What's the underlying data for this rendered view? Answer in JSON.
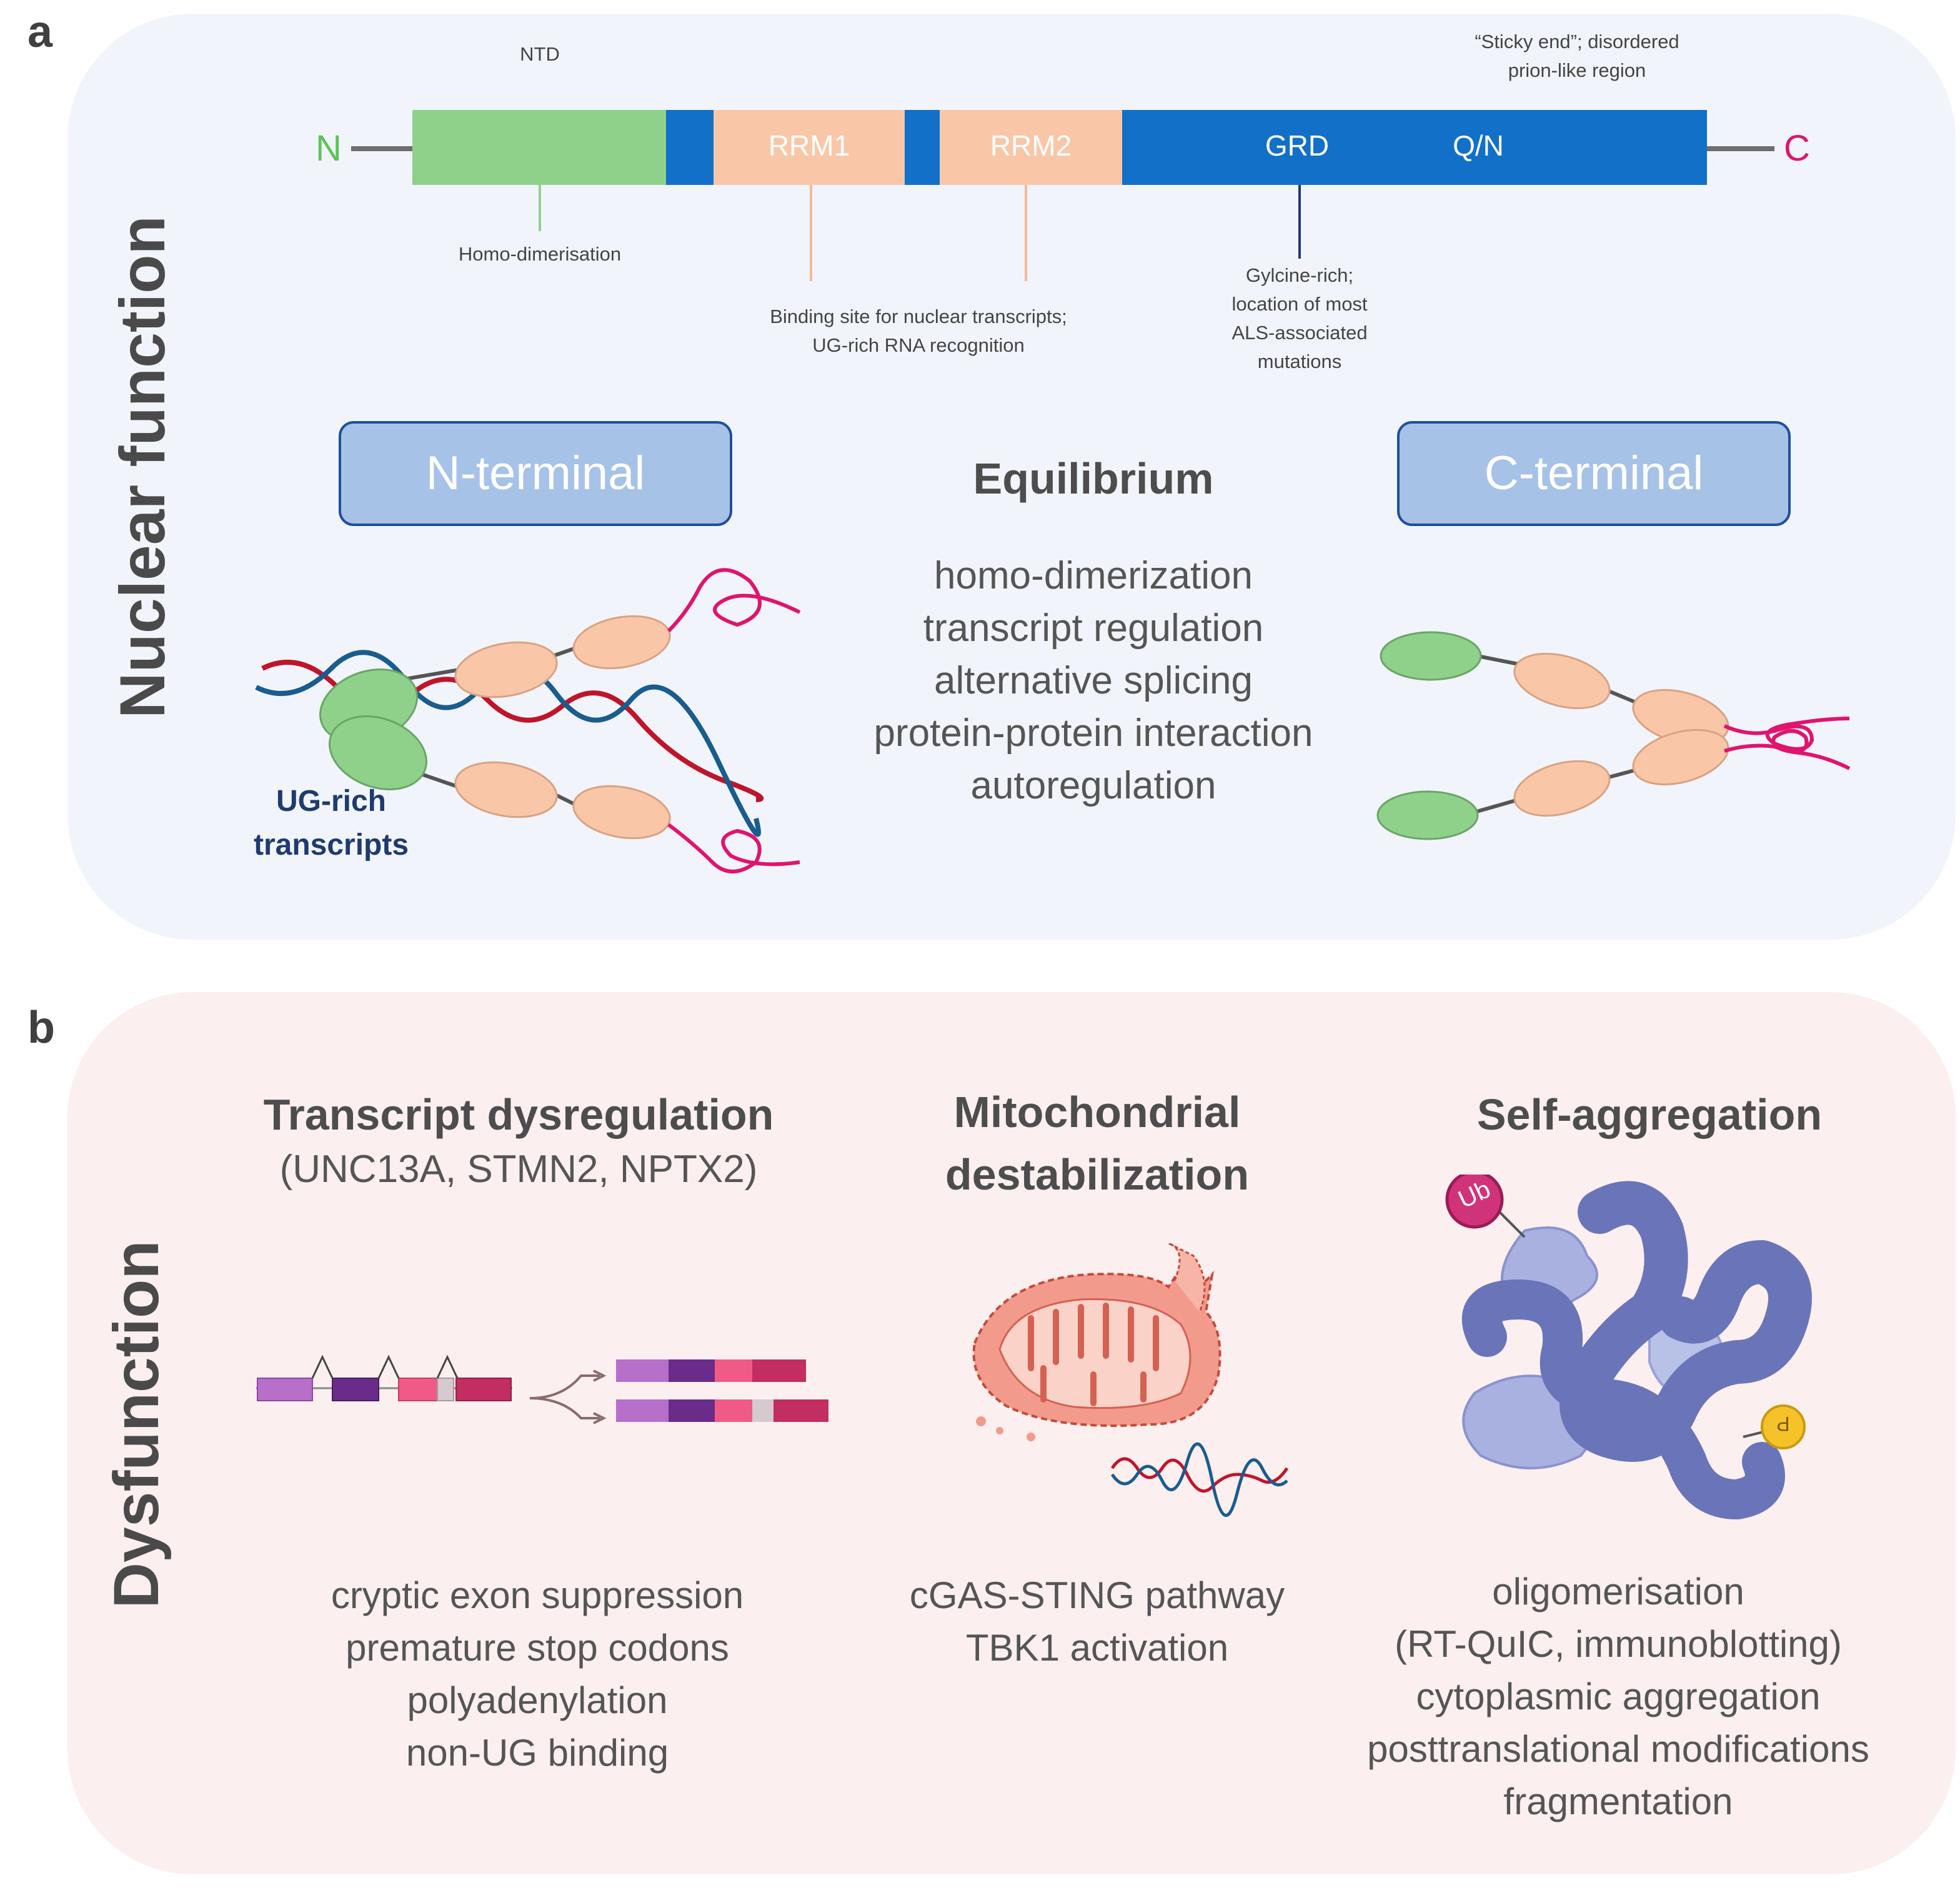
{
  "panel_a": {
    "letter": "a",
    "side_label": "Nuclear function",
    "protein": {
      "n_label": "N",
      "c_label": "C",
      "domains": {
        "rrm1": "RRM1",
        "rrm2": "RRM2",
        "grd": "GRD",
        "qn": "Q/N"
      },
      "annotations": {
        "ntd": "NTD",
        "sticky_end": [
          "“Sticky end”; disordered",
          "prion-like region"
        ],
        "homo_dimerisation": "Homo-dimerisation",
        "binding_site": [
          "Binding site for nuclear transcripts;",
          "UG-rich RNA recognition"
        ],
        "glycine_rich": [
          "Gylcine-rich;",
          "location of most",
          "ALS-associated",
          "mutations"
        ]
      }
    },
    "n_terminal_button": "N-terminal",
    "c_terminal_button": "C-terminal",
    "equilibrium": {
      "title": "Equilibrium",
      "items": [
        "homo-dimerization",
        "transcript regulation",
        "alternative splicing",
        "protein-protein interaction",
        "autoregulation"
      ]
    },
    "ug_label": [
      "UG-rich",
      "transcripts"
    ]
  },
  "panel_b": {
    "letter": "b",
    "side_label": "Dysfunction",
    "transcript": {
      "title": "Transcript dysregulation",
      "subtitle": "(UNC13A, STMN2, NPTX2)",
      "items": [
        "cryptic exon suppression",
        "premature stop codons",
        "polyadenylation",
        "non-UG binding"
      ]
    },
    "mito": {
      "title": [
        "Mitochondrial",
        "destabilization"
      ],
      "items": [
        "cGAS-STING pathway",
        "TBK1 activation"
      ]
    },
    "aggregation": {
      "title": "Self-aggregation",
      "ub_label": "Ub",
      "p_label": "P",
      "items": [
        "oligomerisation",
        "(RT-QuIC, immunoblotting)",
        "cytoplasmic aggregation",
        "posttranslational modifications",
        "fragmentation"
      ]
    }
  },
  "colors": {
    "panel_a_bg": "#f1f5fb",
    "panel_b_bg": "#fcefef",
    "ntd_green": "#8fd18b",
    "blue": "#1270c9",
    "rrm_peach": "#f9c7a8",
    "n_green": "#5fc35a",
    "c_pink": "#e0146e",
    "nav_blue": "#1f3a6e"
  }
}
